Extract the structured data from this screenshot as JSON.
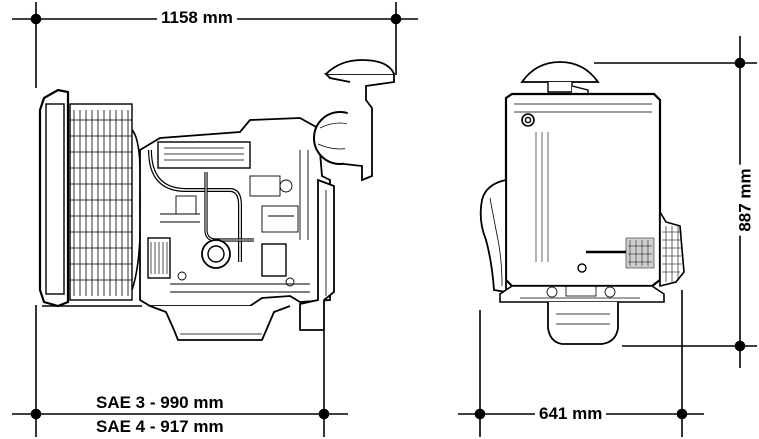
{
  "dimensions": {
    "overall_width": "1158 mm",
    "length_sae3": "SAE 3 - 990 mm",
    "length_sae4": "SAE 4 - 917 mm",
    "height": "887 mm",
    "depth": "641 mm"
  },
  "colors": {
    "line": "#000000",
    "background": "#ffffff",
    "shade": "#cfcfcf"
  }
}
